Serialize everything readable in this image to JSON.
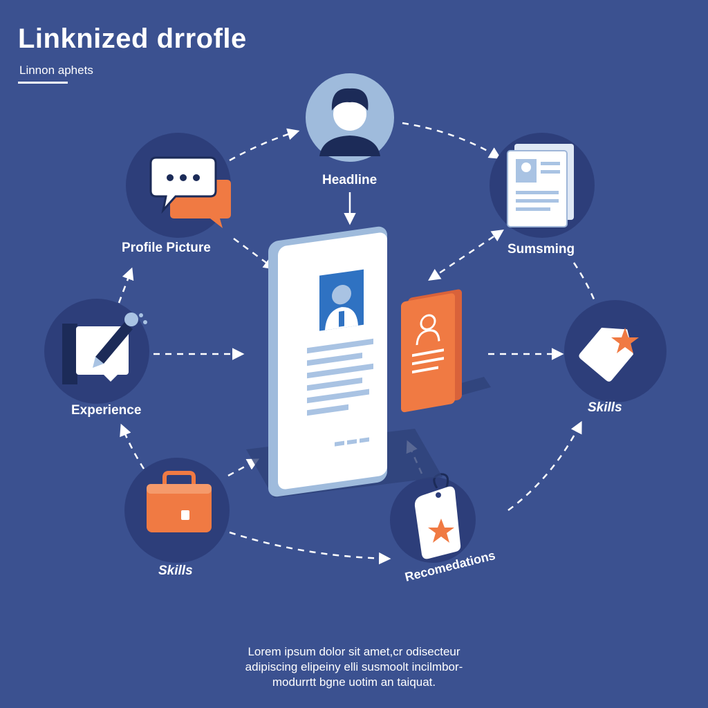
{
  "header": {
    "title": "Linknized drrofle",
    "subtitle": "Linnon aphets"
  },
  "nodes": {
    "headline": "Headline",
    "profile_picture": "Profile Picture",
    "summary": "Sumsming",
    "experience": "Experience",
    "skills_right": "Skills",
    "skills_left": "Skills",
    "recommendations": "Recomedations"
  },
  "footer": {
    "line1": "Lorem ipsum dolor sit amet,cr odisecteur",
    "line2": "adipiscing elipeiny elli susmoolt incilmbor-",
    "line3": "modurrtt bgne uotim an taiquat."
  },
  "colors": {
    "background": "#3b5190",
    "circle": "#2d3e7a",
    "accent": "#f07a43",
    "paper": "#ffffff",
    "light_blue": "#a9c3e3",
    "icon_blue": "#2f72c2",
    "dark_navy": "#1c2b58"
  },
  "icons": [
    "avatar-icon",
    "chat-bubbles-icon",
    "resume-document-icon",
    "pen-tool-icon",
    "star-tag-icon",
    "briefcase-icon",
    "recommendation-tag-icon",
    "profile-phone-icon",
    "profile-card-icon"
  ]
}
